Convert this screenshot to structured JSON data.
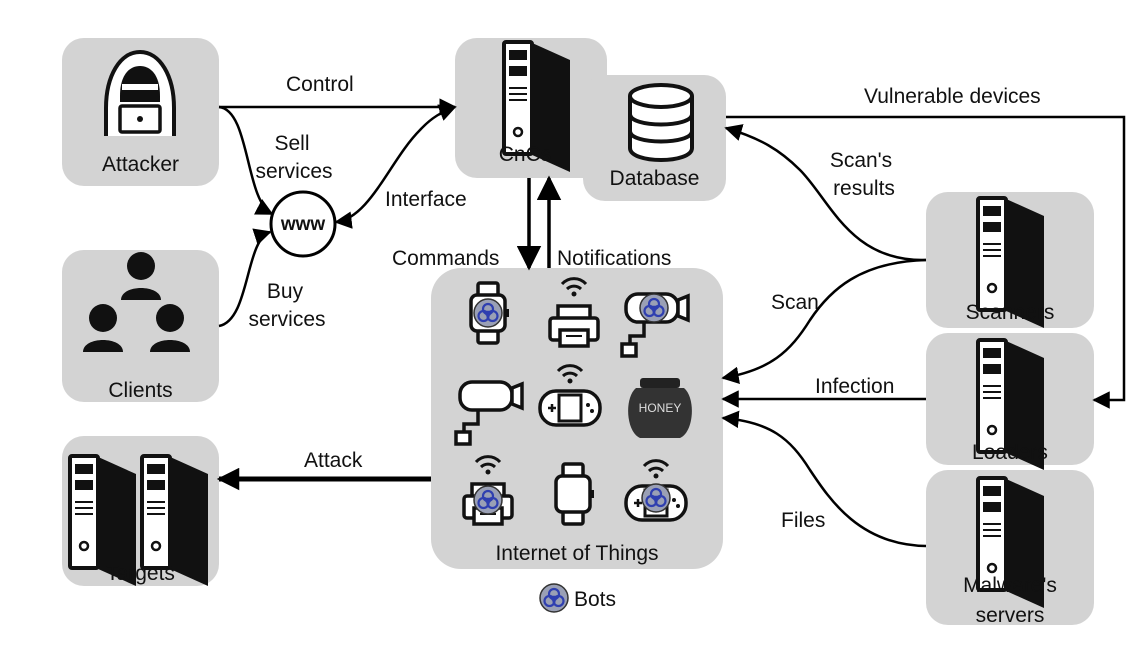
{
  "nodes": {
    "attacker": "Attacker",
    "clients": "Clients",
    "targets": "Targets",
    "cncs": "CnCs",
    "database": "Database",
    "iot": "Internet of Things",
    "scanners": "Scanners",
    "loaders": "Loaders",
    "malware_line1": "Malware's",
    "malware_line2": "servers",
    "www": "www"
  },
  "edges": {
    "control": "Control",
    "sell_line1": "Sell",
    "sell_line2": "services",
    "buy_line1": "Buy",
    "buy_line2": "services",
    "interface": "Interface",
    "commands": "Commands",
    "notifications": "Notifications",
    "vulnerable": "Vulnerable devices",
    "scan_results_line1": "Scan's",
    "scan_results_line2": "results",
    "scan": "Scan",
    "infection": "Infection",
    "files": "Files",
    "attack": "Attack"
  },
  "legend": {
    "bots": "Bots"
  },
  "honey_label": "HONEY",
  "colors": {
    "box": "#d3d3d3",
    "bot_ring": "#9aa0b5",
    "bot_symbol": "#2f3fb0",
    "ink": "#000000"
  }
}
